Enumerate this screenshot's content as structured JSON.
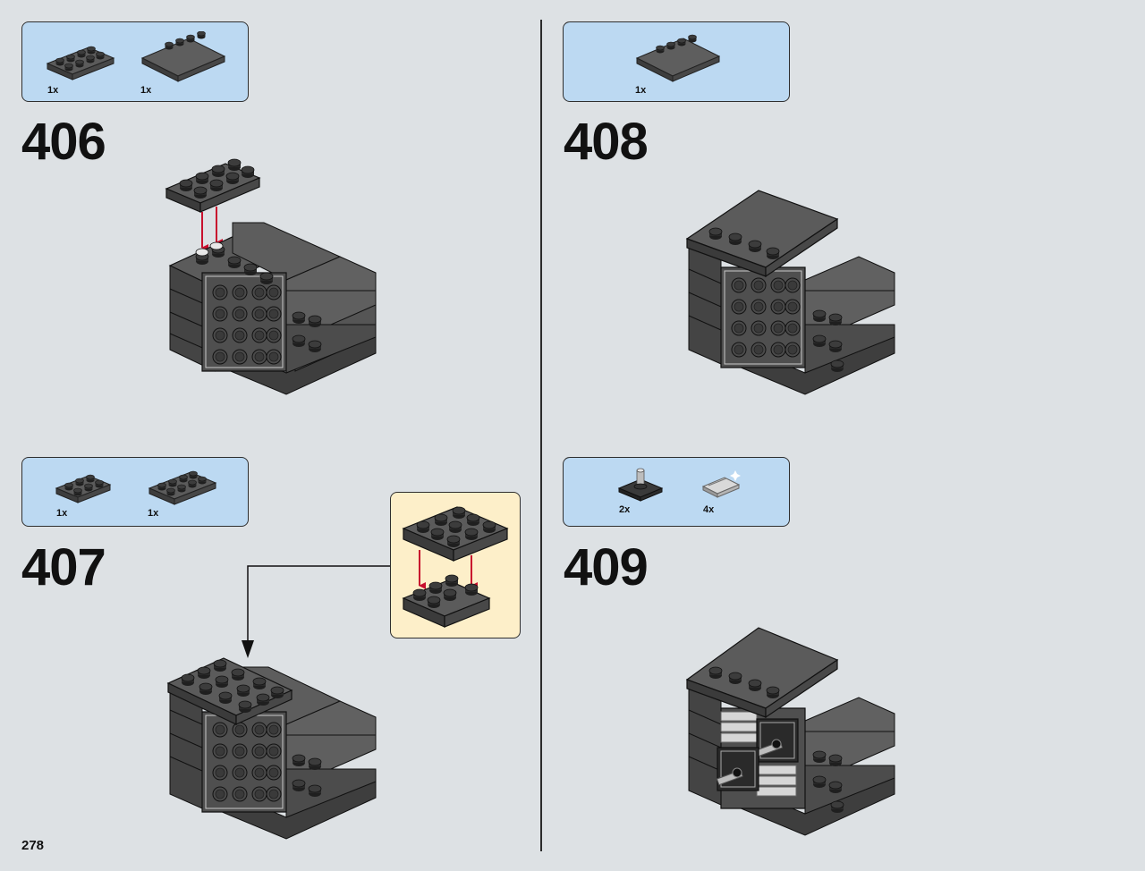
{
  "page_number": "278",
  "steps": [
    {
      "number": "406",
      "parts": [
        {
          "icon": "plate-2x4-dark-gray-icon",
          "qty": "1x"
        },
        {
          "icon": "tile-4x4-dark-gray-icon",
          "qty": "1x"
        }
      ]
    },
    {
      "number": "407",
      "parts": [
        {
          "icon": "plate-2x3-dark-gray-icon",
          "qty": "1x"
        },
        {
          "icon": "plate-2x4-dark-gray-icon",
          "qty": "1x"
        }
      ]
    },
    {
      "number": "408",
      "parts": [
        {
          "icon": "plate-4x4-dark-gray-icon",
          "qty": "1x"
        }
      ]
    },
    {
      "number": "409",
      "parts": [
        {
          "icon": "plate-2x2-with-pin-icon",
          "qty": "2x"
        },
        {
          "icon": "trans-clear-tile-1x2-icon",
          "qty": "4x"
        }
      ]
    }
  ],
  "colors": {
    "background": "#dde1e4",
    "parts_box": "#bcd9f2",
    "callout_box": "#fdefc9",
    "brick_dark_gray": "#5b5b5b",
    "arrow_red": "#c8102e"
  }
}
